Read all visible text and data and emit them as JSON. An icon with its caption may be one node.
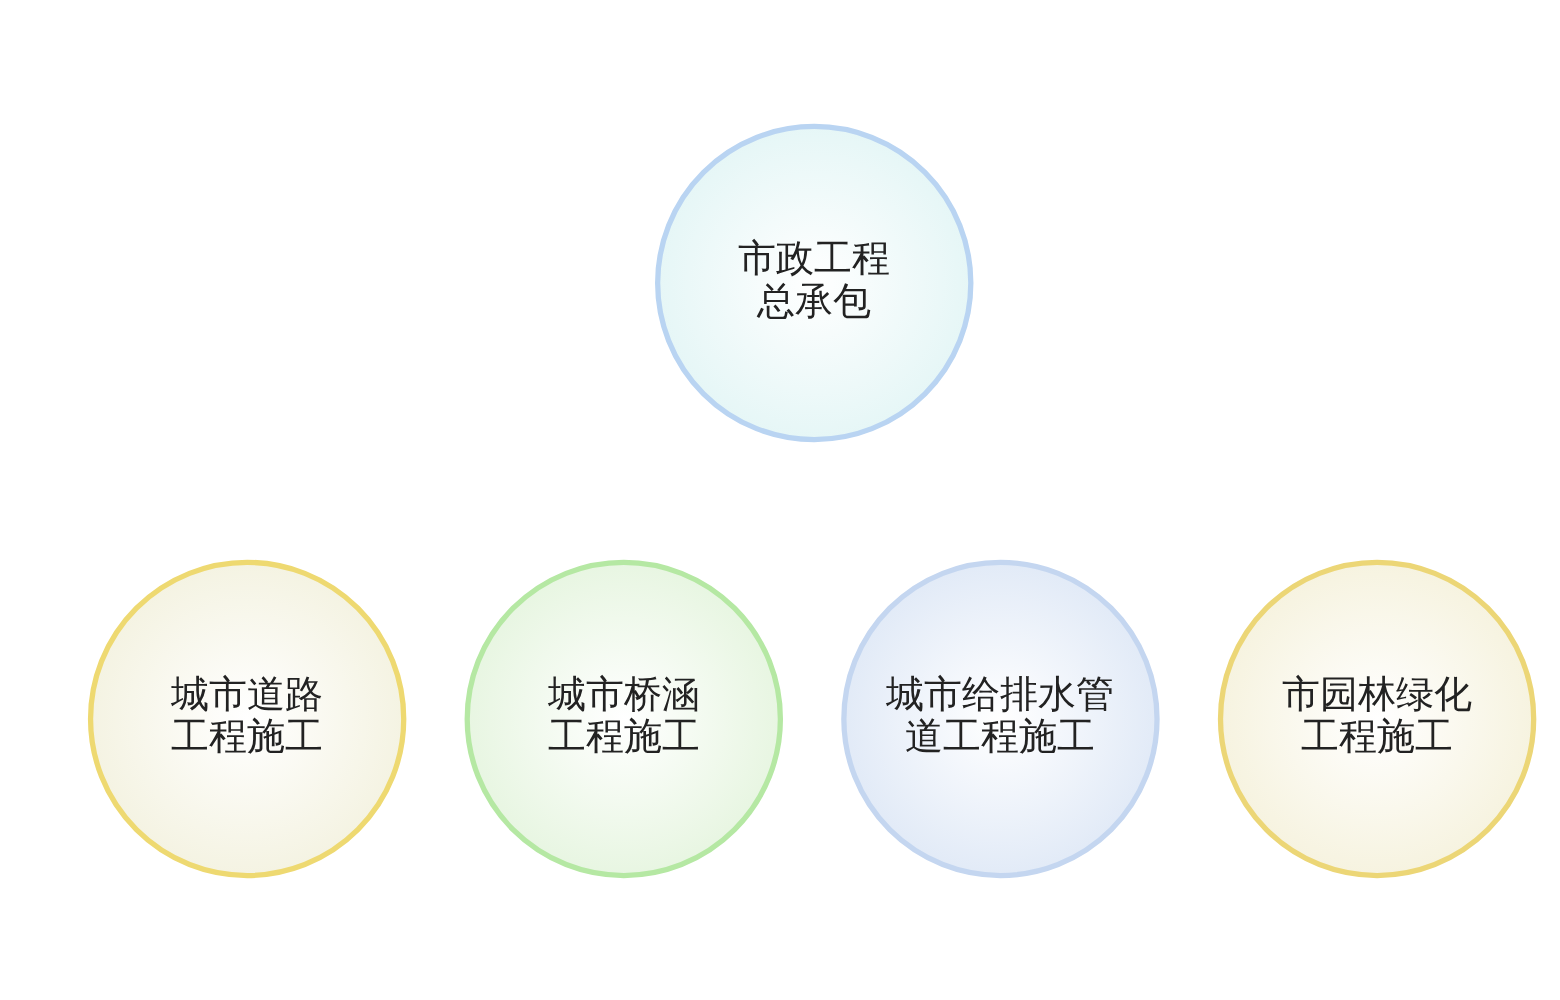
{
  "diagram": {
    "nodes": [
      {
        "text": [
          "市政工程总承包"
        ]
      },
      {
        "text": [
          "城市道路工程施工"
        ]
      },
      {
        "text": [
          "城市桥涵工程施工"
        ]
      },
      {
        "text": [
          "城市给排水管道工程施工"
        ]
      },
      {
        "text": [
          "市园林绿化工程施工"
        ]
      }
    ]
  }
}
